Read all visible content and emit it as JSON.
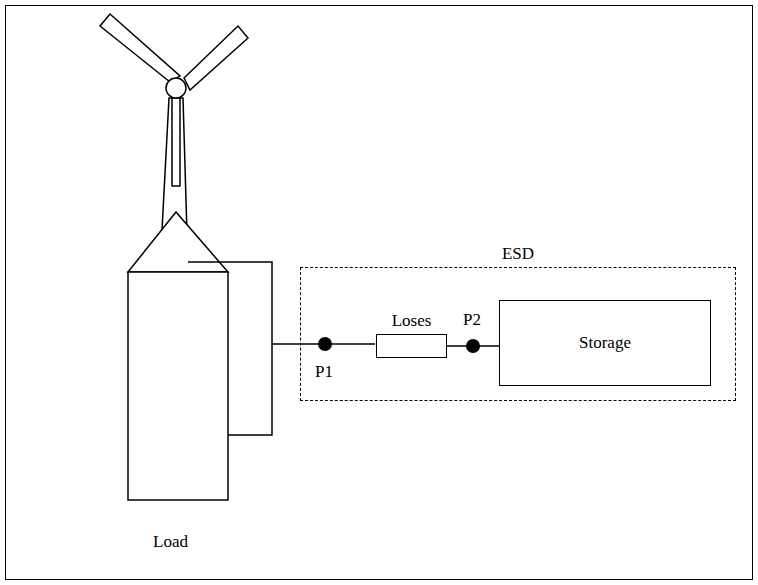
{
  "diagram": {
    "nodes": [
      {
        "text": [
          "ESD"
        ]
      },
      {
        "text": [
          "Loses"
        ],
        "in": 0
      },
      {
        "text": [
          "Storage"
        ],
        "in": 0
      }
    ],
    "edges": [
      {
        "from": 1,
        "to": 2,
        "arrow": "none"
      }
    ],
    "labels": [
      "P1",
      "P2",
      "Load"
    ]
  }
}
